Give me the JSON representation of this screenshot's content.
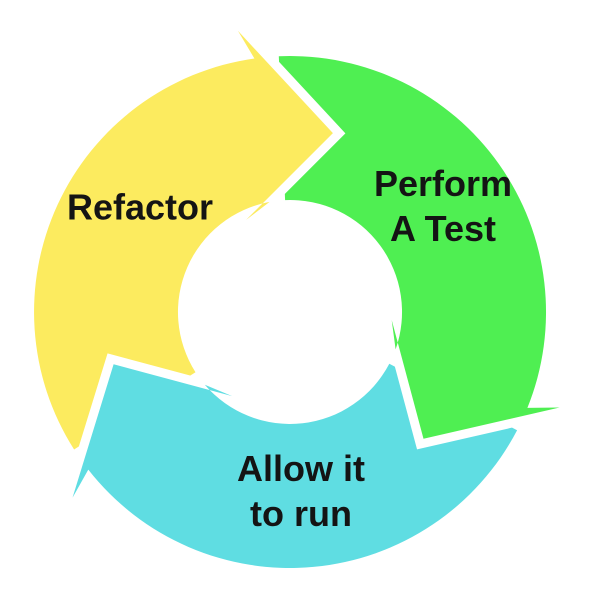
{
  "diagram": {
    "type": "cycle",
    "direction": "clockwise",
    "background_color": "#FFFFFF",
    "gap_color": "#FFFFFF",
    "text_color": "#141414",
    "steps": [
      {
        "id": "refactor",
        "color": "#FCEB5F",
        "lines": [
          "Refactor"
        ]
      },
      {
        "id": "perform-a-test",
        "color": "#4FEF52",
        "lines": [
          "Perform",
          "A Test"
        ]
      },
      {
        "id": "allow-it-to-run",
        "color": "#5FDDE2",
        "lines": [
          "Allow it",
          "to run"
        ]
      }
    ]
  }
}
